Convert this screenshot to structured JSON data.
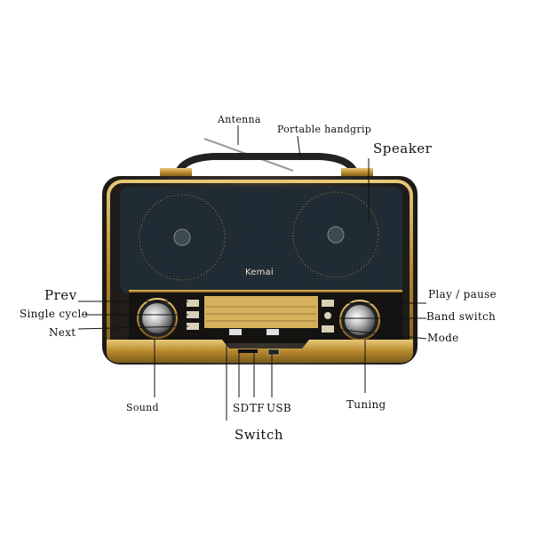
{
  "product": {
    "brand": "Kemai",
    "colors": {
      "body": "#2a2622",
      "gold": "#c9a24a",
      "grille": "#1e2a33",
      "dial": "#d8b463"
    }
  },
  "labels": {
    "antenna": "Antenna",
    "handgrip": "Portable handgrip",
    "speaker": "Speaker",
    "prev": "Prev",
    "single_cycle": "Single cycle",
    "next": "Next",
    "play_pause": "Play / pause",
    "band_switch": "Band switch",
    "mode": "Mode",
    "sound": "Sound",
    "sd": "SD",
    "tf": "TF",
    "usb": "USB",
    "switch": "Switch",
    "tuning": "Tuning"
  }
}
